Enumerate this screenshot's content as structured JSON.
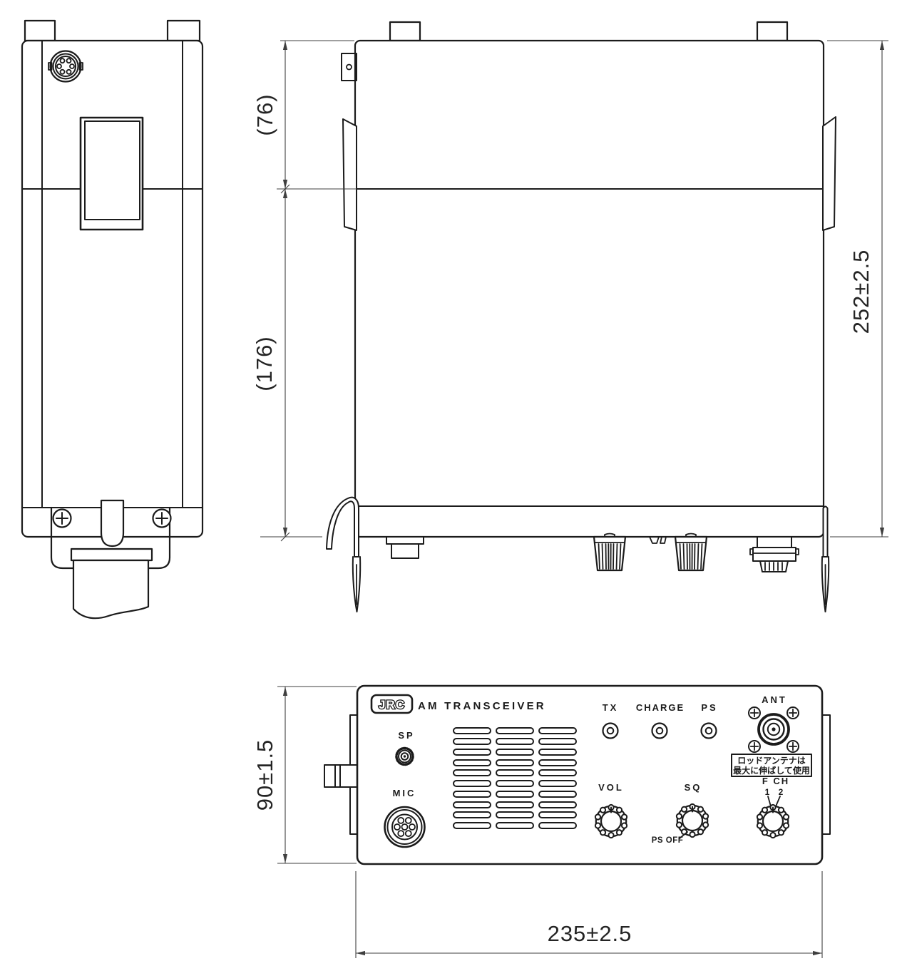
{
  "colors": {
    "line": "#1b1b1b",
    "dim": "#3f3f3f",
    "background": "#ffffff"
  },
  "front_panel": {
    "brand": "JRC",
    "title": "AM TRANSCEIVER",
    "sp": "SP",
    "mic": "MIC",
    "tx": "TX",
    "charge": "CHARGE",
    "ps": "PS",
    "ant": "ANT",
    "vol": "VOL",
    "sq": "SQ",
    "ps_off": "PS OFF",
    "f_ch": "F CH",
    "ch_1": "1",
    "ch_2": "2",
    "antenna_note_line1": "ロッドアンテナは",
    "antenna_note_line2": "最大に伸ばして使用"
  },
  "dimensions": {
    "top_upper": "(76)",
    "top_lower": "(176)",
    "depth_total": "252±2.5",
    "front_height": "90±1.5",
    "front_width": "235±2.5"
  }
}
